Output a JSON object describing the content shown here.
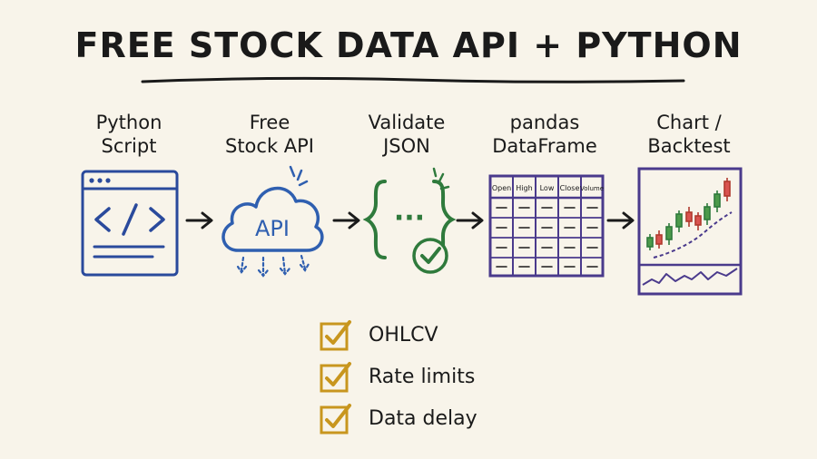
{
  "title": "FREE STOCK DATA API + PYTHON",
  "stages": [
    {
      "id": "python-script",
      "line1": "Python",
      "line2": "Script"
    },
    {
      "id": "free-stock-api",
      "line1": "Free",
      "line2": "Stock API",
      "icon_text": "API"
    },
    {
      "id": "validate-json",
      "line1": "Validate",
      "line2": "JSON",
      "icon_text": "{···}"
    },
    {
      "id": "pandas-dataframe",
      "line1": "pandas",
      "line2": "DataFrame",
      "columns": [
        "Open",
        "High",
        "Low",
        "Close",
        "Volume"
      ]
    },
    {
      "id": "chart-backtest",
      "line1": "Chart /",
      "line2": "Backtest"
    }
  ],
  "checklist": [
    "OHLCV",
    "Rate limits",
    "Data delay"
  ],
  "colors": {
    "background": "#f8f4ea",
    "script": "#2a4a9c",
    "api": "#2f5fb0",
    "json": "#2f7a3c",
    "dataframe": "#4a3a8c",
    "chart": "#4a3a8c",
    "check": "#c8961e",
    "arrow": "#1a1a1a"
  }
}
